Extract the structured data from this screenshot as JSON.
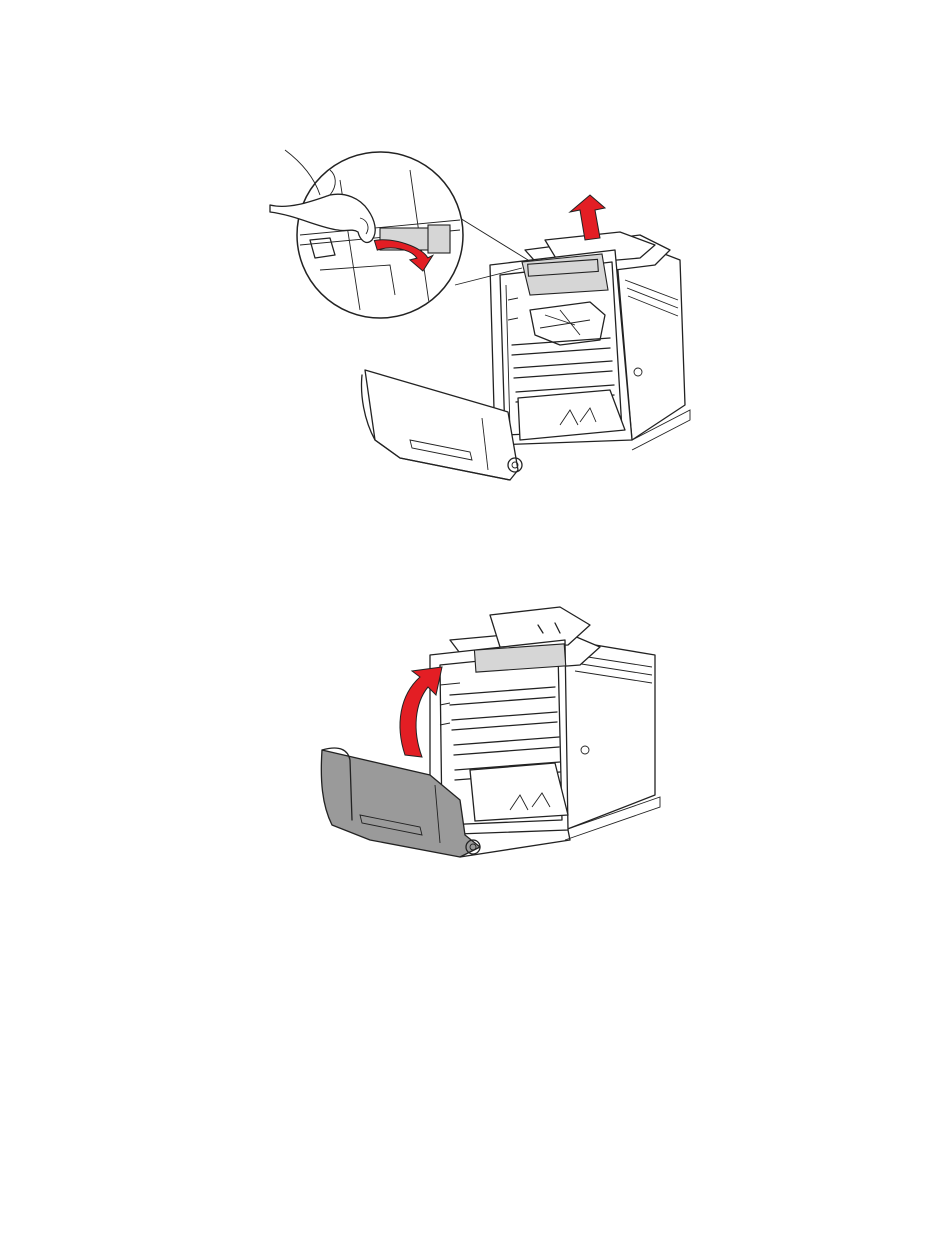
{
  "figures": [
    {
      "icons": [
        "printer-illustration",
        "hand-icon",
        "zoom-callout",
        "arrow-up-icon",
        "arrow-rotate-down-icon"
      ],
      "arrow_color": "#e31e24"
    },
    {
      "icons": [
        "printer-illustration",
        "front-cover-highlight",
        "arrow-curved-up-icon"
      ],
      "arrow_color": "#e31e24",
      "highlight_color": "#9a9a9a"
    }
  ]
}
